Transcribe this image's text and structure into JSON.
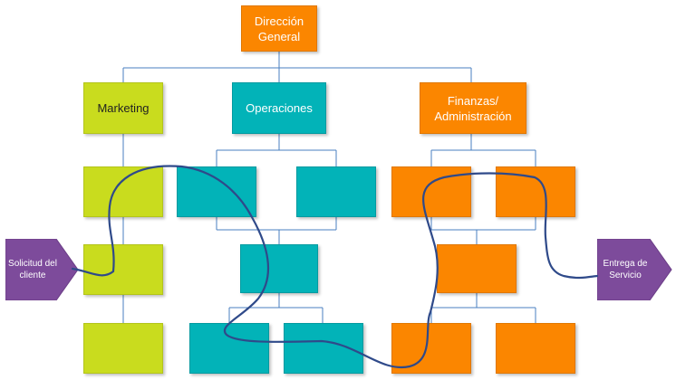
{
  "colors": {
    "marketing": "#c9dc1e",
    "operaciones": "#02b3b8",
    "finanzas": "#fb8600",
    "process_tags": "#7d4b9b",
    "process_line": "#2f4a8a",
    "connectors": "#4a7fc1"
  },
  "org": {
    "head": "Dirección General",
    "departments": [
      {
        "label": "Marketing"
      },
      {
        "label": "Operaciones"
      },
      {
        "label": "Finanzas/ Administración"
      }
    ]
  },
  "process": {
    "start": "Solicitud del cliente",
    "end": "Entrega de Servicio"
  }
}
